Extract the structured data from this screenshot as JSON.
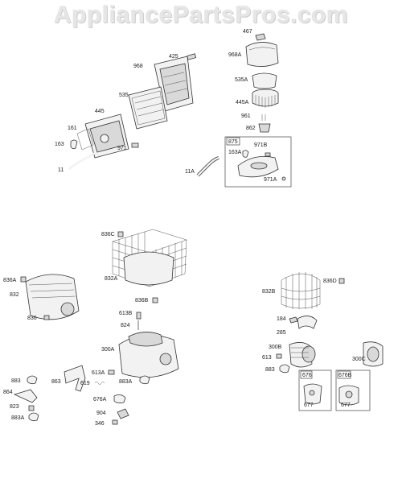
{
  "watermark": "AppliancePartsPros.com",
  "labels": {
    "l467": "467",
    "l968A": "968A",
    "l535A": "535A",
    "l445A": "445A",
    "l961": "961",
    "l862": "862",
    "l968": "968",
    "l425": "425",
    "l535": "535",
    "l445": "445",
    "l161": "161",
    "l163": "163",
    "l971": "971",
    "l11": "11",
    "l11A": "11A",
    "l875": "875",
    "l163A": "163A",
    "l971B": "971B",
    "l971A": "971A",
    "l836C": "836C",
    "l832A": "832A",
    "l836A": "836A",
    "l832": "832",
    "l836": "836",
    "l836B": "836B",
    "l613B": "613B",
    "l824": "824",
    "l300A": "300A",
    "l613A": "613A",
    "l883A": "883A",
    "l883": "883",
    "l863": "863",
    "l864": "864",
    "l619": "619",
    "l823": "823",
    "l883A2": "883A",
    "l676A": "676A",
    "l904": "904",
    "l346": "346",
    "l832B": "832B",
    "l836D": "836D",
    "l184": "184",
    "l285": "285",
    "l300B": "300B",
    "l613": "613",
    "l883b": "883",
    "l300C": "300C",
    "l676": "676",
    "l676B": "676B",
    "l677a": "677",
    "l677b": "677"
  }
}
